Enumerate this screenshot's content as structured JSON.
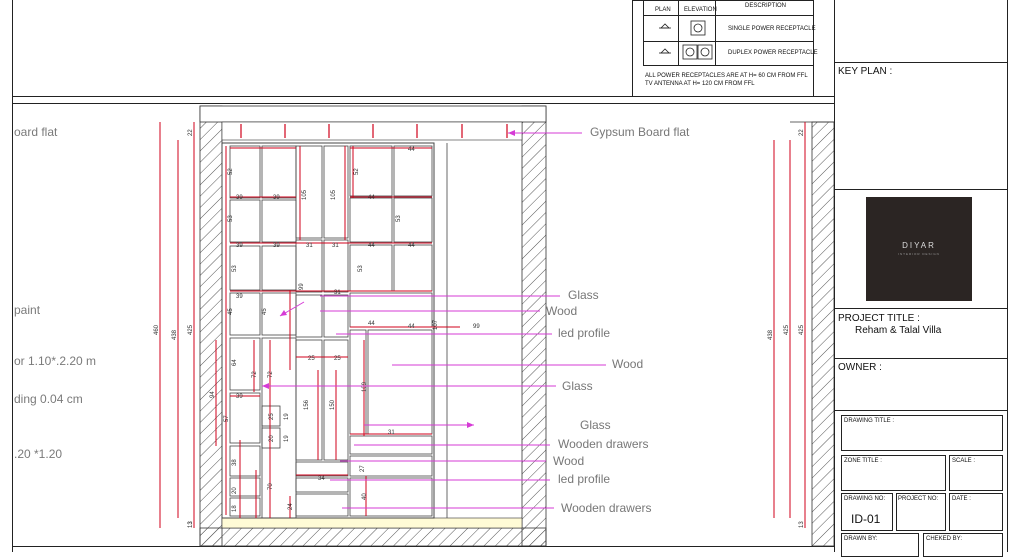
{
  "legend": {
    "header_plan": "PLAN",
    "header_elevation": "ELEVATION",
    "header_description": "DESCRIPTION",
    "rows": [
      {
        "description": "SINGLE POWER RECEPTACLE"
      },
      {
        "description": "DUPLEX POWER RECEPTACLE"
      }
    ],
    "note_1": "ALL POWER RECEPTACLES ARE AT H= 60 CM FROM FFL",
    "note_2": "TV ANTENNA AT H= 120 CM FROM FFL"
  },
  "left_notes": [
    {
      "text": "oard flat"
    },
    {
      "text": "paint"
    },
    {
      "text": "or 1.10*.2.20  m"
    },
    {
      "text": "ding 0.04 cm"
    },
    {
      "text": ".20 *1.20"
    }
  ],
  "callouts": [
    {
      "label": "Gypsum Board flat"
    },
    {
      "label": "Glass"
    },
    {
      "label": "Wood"
    },
    {
      "label": "led profile"
    },
    {
      "label": "Wood"
    },
    {
      "label": "Glass"
    },
    {
      "label": "Glass"
    },
    {
      "label": "Wooden drawers"
    },
    {
      "label": "Wood"
    },
    {
      "label": "led profile"
    },
    {
      "label": "Wooden drawers"
    }
  ],
  "dimensions": {
    "left_outer": "460",
    "left_mid": "438",
    "left_inner": "425",
    "top_ceiling": "22",
    "bottom_base": "13",
    "right_a": "438",
    "right_b": "425",
    "right_c": "425",
    "right_top": "22",
    "right_bottom": "13",
    "shelf_values": [
      "52",
      "39",
      "39",
      "105",
      "105",
      "52",
      "44",
      "44",
      "53",
      "53",
      "39",
      "39",
      "31",
      "31",
      "44",
      "44",
      "53",
      "53",
      "39",
      "99",
      "31",
      "45",
      "45",
      "44",
      "44",
      "99",
      "64",
      "72",
      "25",
      "25",
      "109",
      "39",
      "57",
      "156",
      "150",
      "31",
      "25",
      "19",
      "20",
      "19",
      "70",
      "40",
      "38",
      "20",
      "18",
      "24",
      "34",
      "27",
      "107",
      "72",
      "94",
      "13"
    ]
  },
  "title_block": {
    "key_plan_label": "KEY PLAN :",
    "logo_text": "DIYAR",
    "logo_subtext": "INTERIOR DESIGN",
    "project_title_label": "PROJECT TITLE :",
    "project_title_value": "Reham & Talal Villa",
    "owner_label": "OWNER :",
    "drawing_title_label": "DRAWING TITLE :",
    "zone_title_label": "ZONE TITLE :",
    "scale_label": "SCALE :",
    "drawing_no_label": "DRAWING NO:",
    "drawing_no_value": "ID-01",
    "project_no_label": "PROJECT NO:",
    "date_label": "DATE :",
    "drawn_by_label": "DRAWN BY:",
    "checked_by_label": "CHEKED BY:"
  },
  "colors": {
    "dimension_red": "#d0021b",
    "callout_magenta": "#d63bd6",
    "hatch": "#555555",
    "logo_bg": "#2b2523"
  }
}
